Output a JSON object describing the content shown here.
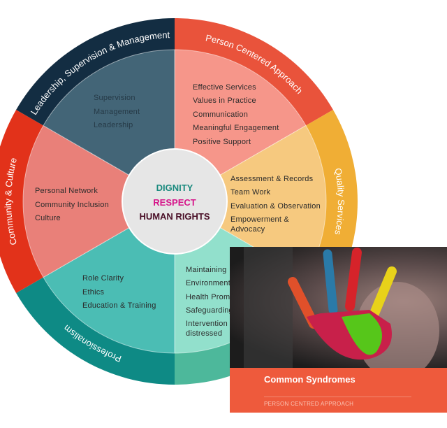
{
  "center": {
    "line1": "DIGNITY",
    "line2": "RESPECT",
    "line3": "HUMAN RIGHTS"
  },
  "sectors": [
    {
      "title": "Person Centered Approach",
      "inner": "#f6968a",
      "outer": "#e9533b",
      "items": [
        "Effective Services",
        "Values in Practice",
        "Communication",
        "Meaningful Engagement",
        "Positive Support"
      ]
    },
    {
      "title": "Quality Services",
      "inner": "#f6c97f",
      "outer": "#f0ae35",
      "items": [
        "Assessment & Records",
        "Team Work",
        "Evaluation & Observation",
        "Empowerment &",
        "Advocacy"
      ]
    },
    {
      "title": "",
      "inner": "#92e0cc",
      "outer": "#4db89b",
      "items": [
        "Maintaining",
        "Environment",
        "Health Prom",
        "Safeguarding",
        "Intervention",
        "distressed"
      ]
    },
    {
      "title": "Professionalism",
      "inner": "#4bbdb4",
      "outer": "#0e8a85",
      "items": [
        "Role Clarity",
        "Ethics",
        "Education & Training"
      ]
    },
    {
      "title": "Community & Culture",
      "inner": "#e98079",
      "outer": "#e2321a",
      "items": [
        "Personal Network",
        "Community Inclusion",
        "Culture"
      ]
    },
    {
      "title": "Leadership, Supervision & Management",
      "inner": "#436577",
      "outer": "#132d42",
      "items": [
        "Supervision",
        "Management",
        "Leadership"
      ]
    }
  ],
  "card": {
    "title": "Common Syndromes",
    "category": "PERSON CENTRED APPROACH"
  }
}
